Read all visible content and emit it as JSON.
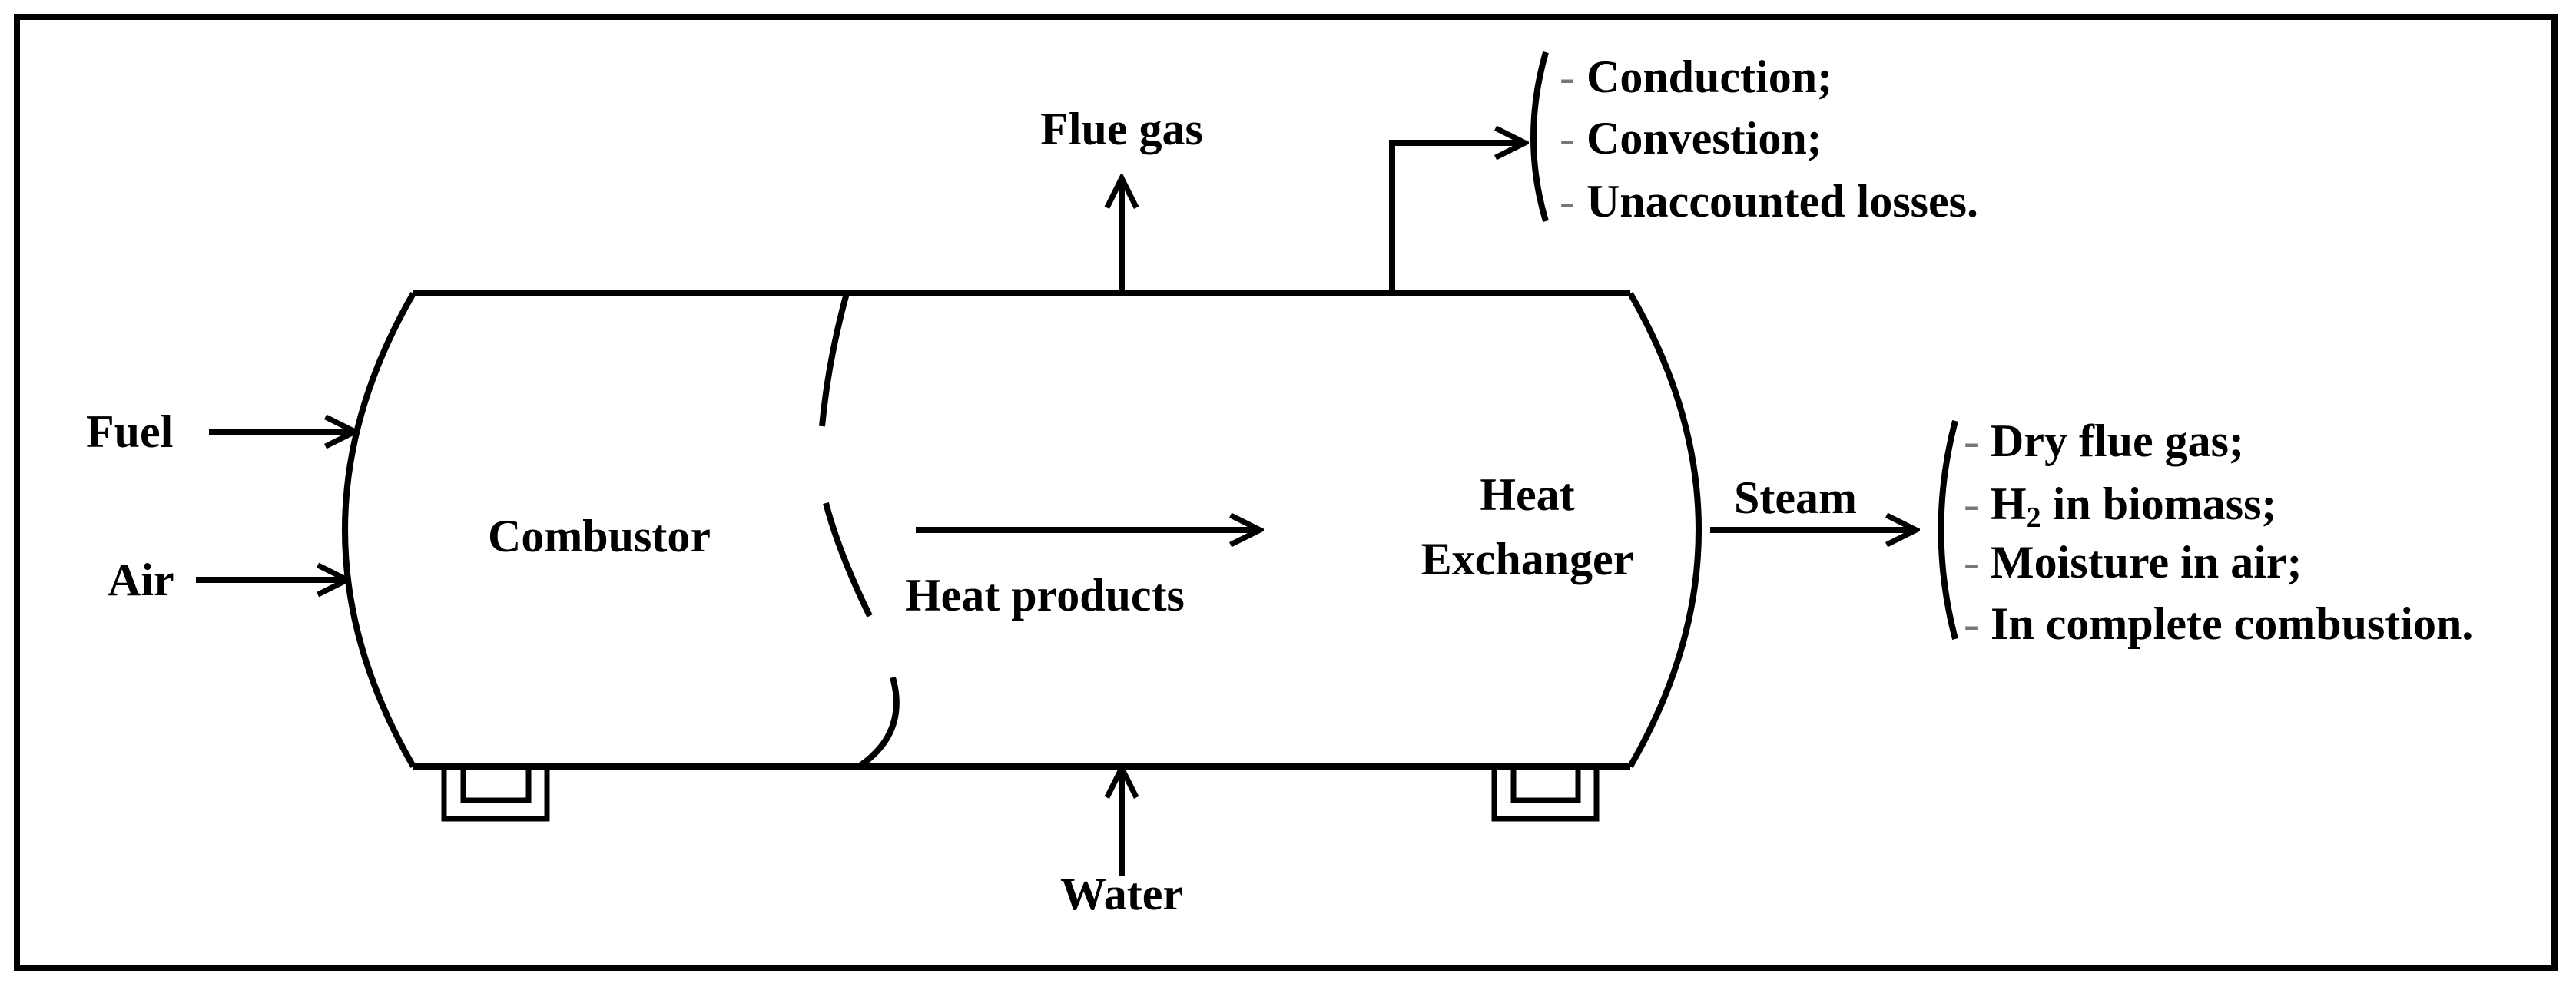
{
  "diagram": {
    "inputs": {
      "fuel": "Fuel",
      "air": "Air",
      "water": "Water"
    },
    "outputs": {
      "flue_gas": "Flue gas",
      "steam": "Steam"
    },
    "sections": {
      "combustor": "Combustor",
      "heat_products": "Heat products",
      "heat_exchanger_line1": "Heat",
      "heat_exchanger_line2": "Exchanger"
    },
    "wall_losses": [
      "Conduction;",
      "Convestion;",
      "Unaccounted losses."
    ],
    "steam_losses": {
      "dry_flue_gas": "Dry flue gas;",
      "h2_prefix": "H",
      "h2_subscript": "2",
      "h2_suffix": " in biomass;",
      "moisture": "Moisture in air;",
      "incomplete": "In complete combustion."
    },
    "list_dash": "-",
    "colors": {
      "stroke": "#000000",
      "background": "#ffffff",
      "dash": "#777777"
    }
  }
}
